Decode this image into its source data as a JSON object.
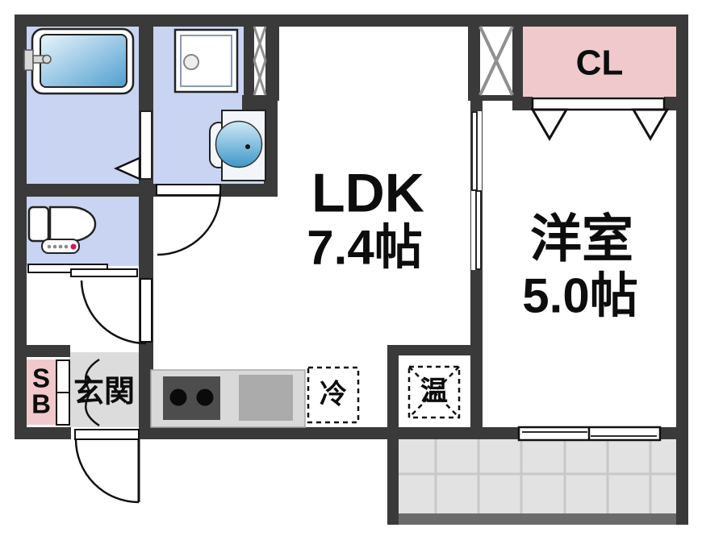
{
  "floorplan": {
    "title": "1LDK apartment floor plan",
    "rooms": {
      "ldk": {
        "name": "LDK",
        "size": "7.4帖"
      },
      "western_room": {
        "name": "洋室",
        "size": "5.0帖"
      },
      "closet": {
        "label": "CL"
      },
      "entrance": {
        "label": "玄関"
      },
      "shoe_box": {
        "label": "S\nB"
      },
      "refrigerator_space": {
        "label": "冷"
      },
      "water_heater_space": {
        "label": "温"
      }
    },
    "fixtures": [
      "bathtub-icon",
      "bath-faucet-icon",
      "washing-machine-pan-icon",
      "vanity-basin-icon",
      "toilet-icon",
      "kitchen-stove-2-burner-icon",
      "kitchen-sink-icon",
      "refrigerator-dashed-box",
      "water-heater-dashed-box",
      "pipe-space-x-icon",
      "closet-folding-door-icon",
      "sliding-door-icon",
      "swing-door-arc-icon",
      "balcony-tile-grid",
      "sliding-window-icon",
      "entrance-step-curve"
    ],
    "colors": {
      "wall": "#3a3a3a",
      "wet_area_floor": "#c8d4f1",
      "accent_pink": "#f0c9cc",
      "entrance_gray": "#dcdcdc",
      "balcony_tile": "#e2e2e2",
      "balcony_rail": "#6b6b6b",
      "tub_blue": "#57a7d4",
      "stove_dark": "#4d4d4d",
      "counter_gray": "#d9d9d9",
      "sink_gray": "#ababab"
    }
  }
}
